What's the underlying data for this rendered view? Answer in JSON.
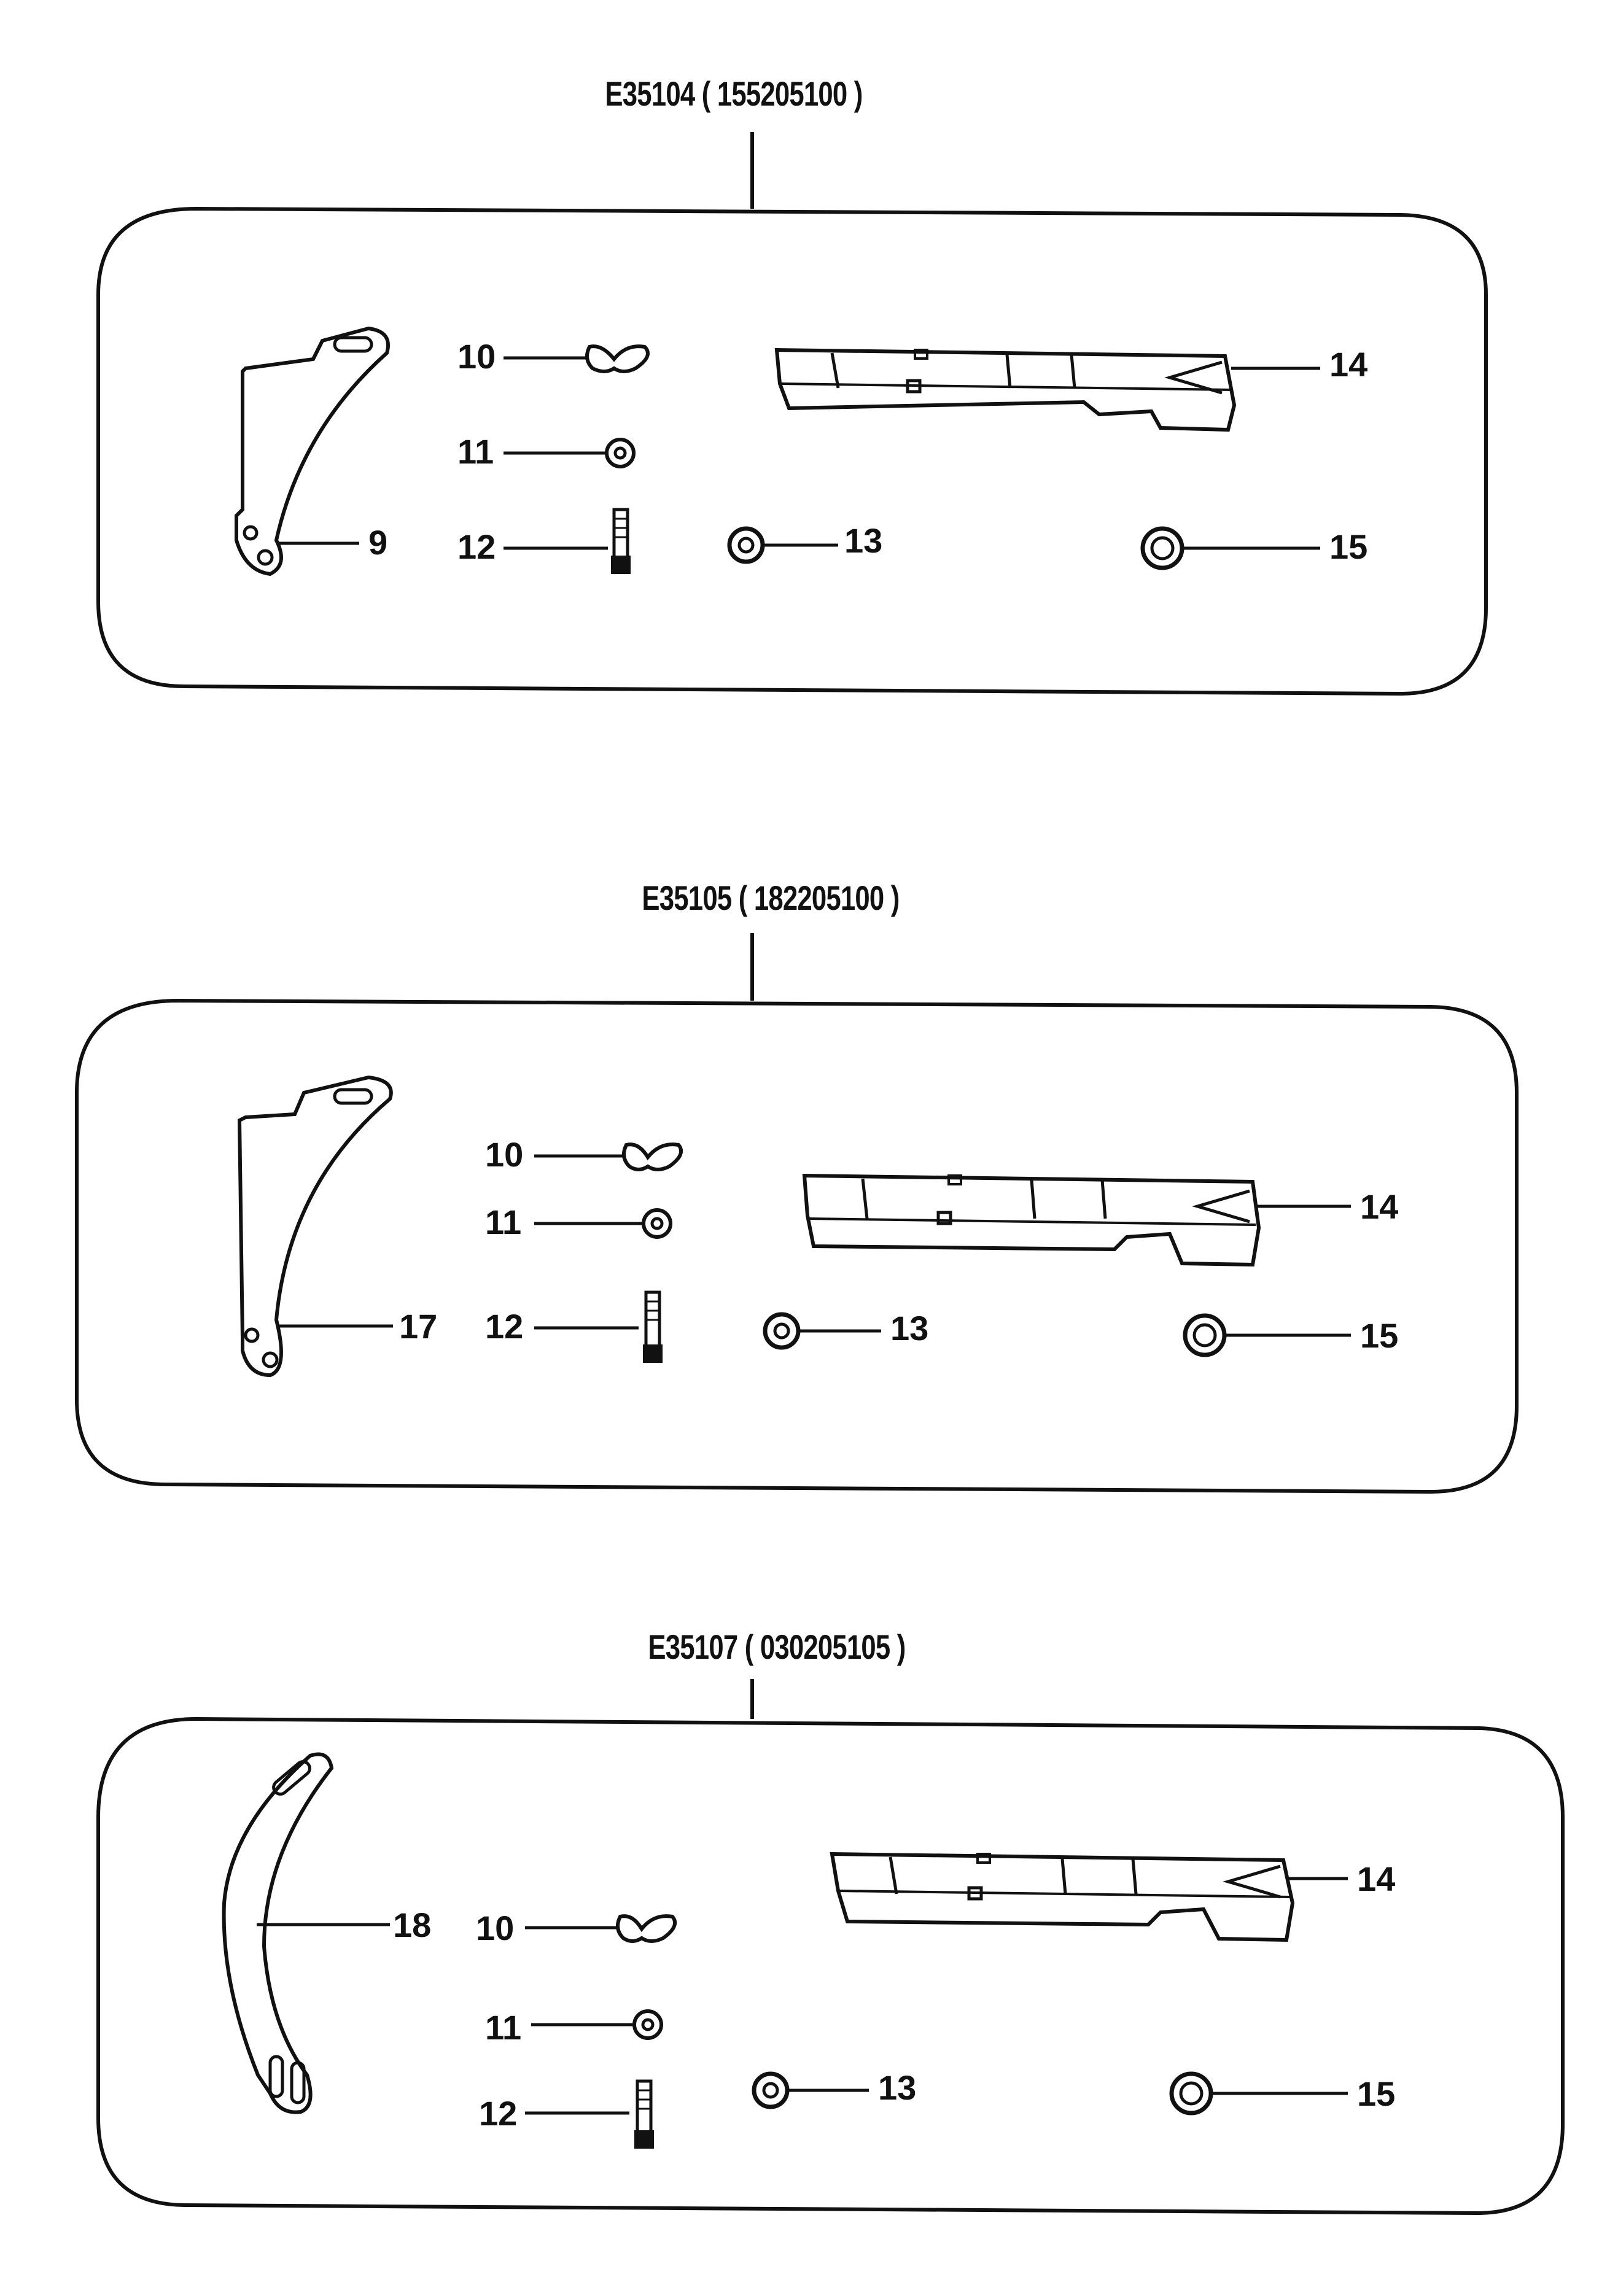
{
  "diagram": {
    "ink_color": "#111111",
    "background": "#ffffff",
    "assemblies": [
      {
        "title": "E35104 ( 155205100 )",
        "callouts": {
          "bracket": "9",
          "wing_nut": "10",
          "washer_small": "11",
          "bolt": "12",
          "washer_mid": "13",
          "guide_rail": "14",
          "washer_large": "15"
        }
      },
      {
        "title": "E35105 ( 182205100 )",
        "callouts": {
          "bracket": "17",
          "wing_nut": "10",
          "washer_small": "11",
          "bolt": "12",
          "washer_mid": "13",
          "guide_rail": "14",
          "washer_large": "15"
        }
      },
      {
        "title": "E35107 ( 030205105 )",
        "callouts": {
          "bracket": "18",
          "wing_nut": "10",
          "washer_small": "11",
          "bolt": "12",
          "washer_mid": "13",
          "guide_rail": "14",
          "washer_large": "15"
        }
      }
    ]
  }
}
